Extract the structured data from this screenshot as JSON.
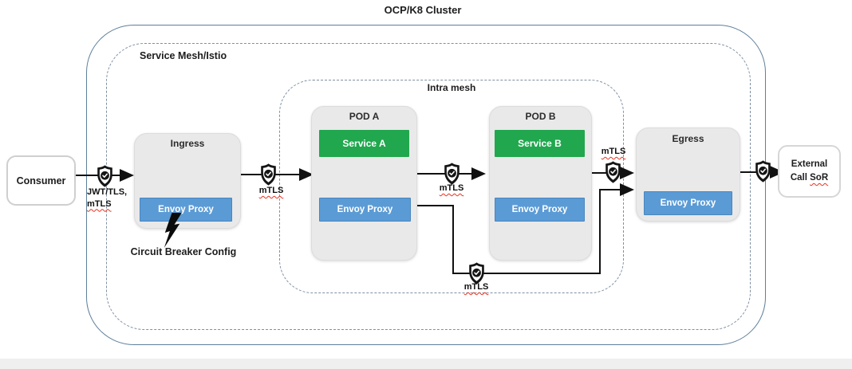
{
  "diagram": {
    "title": "OCP/K8 Cluster",
    "service_mesh_label": "Service Mesh/Istio",
    "intra_mesh_label": "Intra mesh",
    "consumer": {
      "label": "Consumer"
    },
    "ingress": {
      "title": "Ingress",
      "proxy_label": "Envoy Proxy"
    },
    "pod_a": {
      "title": "POD A",
      "service_label": "Service A",
      "proxy_label": "Envoy Proxy"
    },
    "pod_b": {
      "title": "POD B",
      "service_label": "Service B",
      "proxy_label": "Envoy Proxy"
    },
    "egress": {
      "title": "Egress",
      "proxy_label": "Envoy Proxy"
    },
    "external": {
      "line1": "External",
      "line2_prefix": "Call",
      "line2_word": "SoR"
    },
    "annotations": {
      "consumer_ingress_line1": "JWT/TLS,",
      "consumer_ingress_line2": "mTLS",
      "ingress_pod_a": "mTLS",
      "pod_a_pod_b": "mTLS",
      "pod_b_egress": "mTLS",
      "envoy_bypass": "mTLS",
      "circuit_breaker": "Circuit Breaker Config"
    },
    "colors": {
      "service_green": "#21a74e",
      "proxy_blue": "#5b9bd5",
      "cluster_border": "#5e7f9b",
      "dashed_border": "#7e90a2",
      "node_grey": "#e9e9e9",
      "squiggle_red": "#e8321e"
    }
  }
}
